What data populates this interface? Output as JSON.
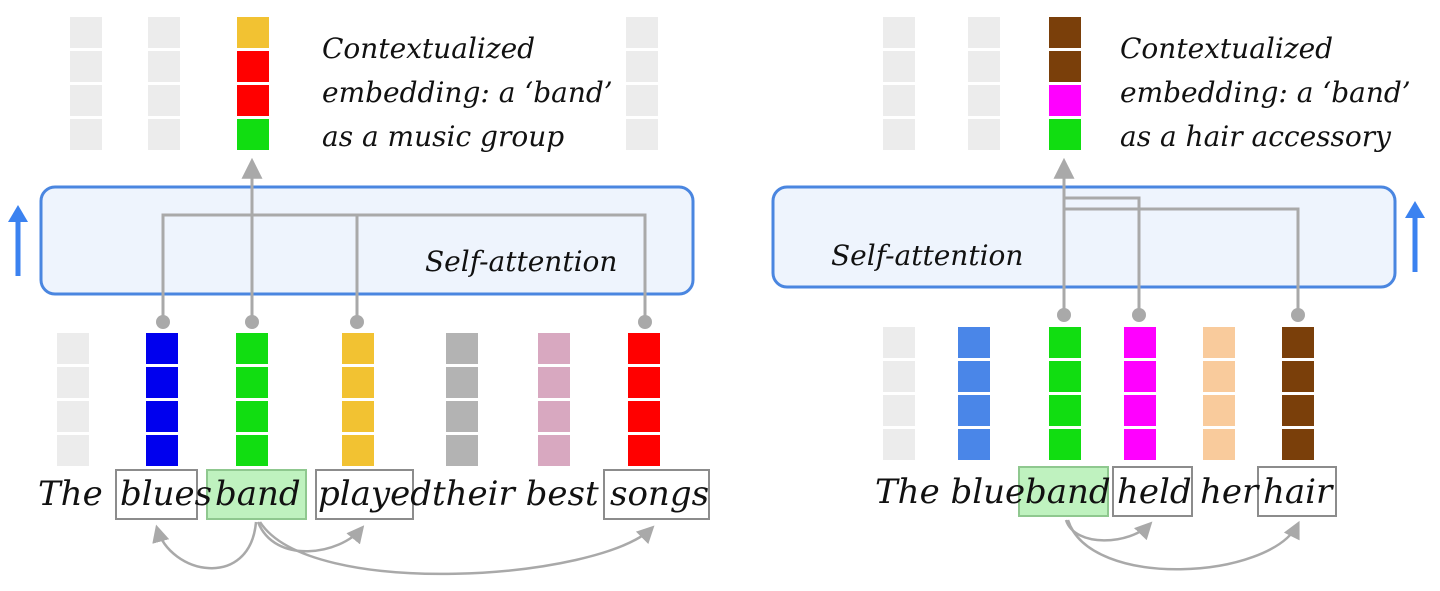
{
  "colors": {
    "gray_token": "#ececec",
    "panel_fill": "#eef4fd",
    "panel_stroke": "#4a86e0",
    "highlight_fill": "#bff2bf",
    "highlight_stroke": "#8fc88f",
    "box_stroke": "#8c8c8c",
    "connector": "#a9a9a9",
    "up_arrow": "#3b82f0"
  },
  "panels": [
    {
      "label": "Self-attention",
      "caption": [
        "Contextualized",
        "embedding: a ‘band’",
        "as a music group"
      ],
      "output_segments": [
        "#f2c232",
        "#ff0000",
        "#ff0000",
        "#11dd11"
      ],
      "words": [
        "The",
        "blues",
        "band",
        "played",
        "their best",
        "songs"
      ],
      "boxed_words": [
        "blues",
        "played",
        "songs"
      ],
      "highlighted_word": "band",
      "input_token_colors": [
        "#ececec",
        "#0000ee",
        "#11dd11",
        "#f2c232",
        "#b3b3b3",
        "#d8a8c0",
        "#ff0000"
      ],
      "attended_tokens": [
        "blues",
        "band",
        "played",
        "songs"
      ]
    },
    {
      "label": "Self-attention",
      "caption": [
        "Contextualized",
        "embedding: a ‘band’",
        "as a hair accessory"
      ],
      "output_segments": [
        "#7a3f0a",
        "#7a3f0a",
        "#ff00ff",
        "#11dd11"
      ],
      "words": [
        "The blue",
        "band",
        "held",
        "her",
        "hair"
      ],
      "boxed_words": [
        "held",
        "hair"
      ],
      "highlighted_word": "band",
      "input_token_colors": [
        "#ececec",
        "#4a86e8",
        "#11dd11",
        "#ff00ff",
        "#f9cb9c",
        "#7a3f0a"
      ],
      "attended_tokens": [
        "band",
        "held",
        "hair"
      ]
    }
  ]
}
